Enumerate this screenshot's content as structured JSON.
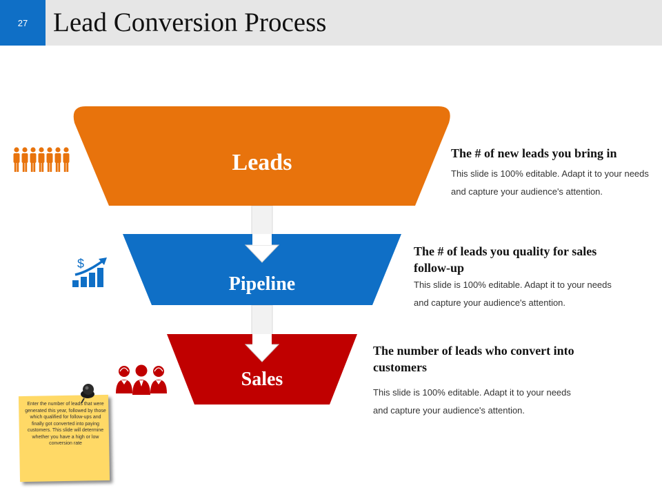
{
  "header": {
    "slide_number": "27",
    "title": "Lead Conversion Process"
  },
  "colors": {
    "header_bg": "#e6e6e6",
    "accent_blue": "#0f6fc6",
    "leads_orange": "#e8730c",
    "pipeline_blue": "#0f6fc6",
    "sales_red": "#c00000",
    "note_yellow": "#ffd966"
  },
  "funnel": {
    "stages": [
      {
        "label": "Leads",
        "icon": "people-group-icon",
        "heading": "The # of new leads you bring in",
        "body": "This slide is 100% editable. Adapt it to your needs and capture your audience's attention."
      },
      {
        "label": "Pipeline",
        "icon": "growth-chart-dollar-icon",
        "heading": "The # of leads you quality  for sales follow-up",
        "body": "This slide is 100% editable. Adapt it to your needs and capture your audience's attention."
      },
      {
        "label": "Sales",
        "icon": "sales-team-icon",
        "heading": "The number  of leads who convert into customers",
        "body": "This slide is 100% editable. Adapt it to your needs and capture your audience's attention."
      }
    ]
  },
  "note": {
    "text": "Enter the number of leads that were generated  this year, followed by those which qualified for follow-ups and finally got converted into paying customers. This slide will determine whether you have a high or low conversion rate"
  }
}
